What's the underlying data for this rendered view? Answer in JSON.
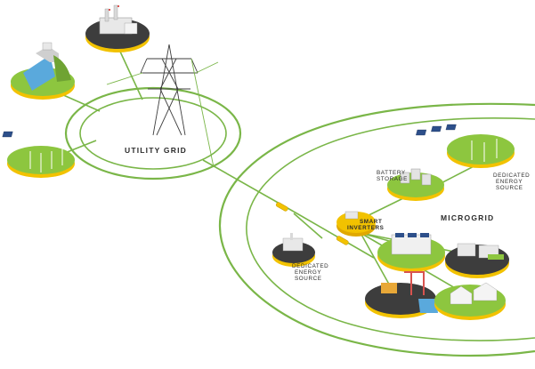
{
  "labels": {
    "utility_grid": "UTILITY GRID",
    "microgrid": "MICROGRID",
    "battery_storage": [
      "BATTERY",
      "STORAGE"
    ],
    "smart_inverters": [
      "SMART",
      "INVERTERS"
    ],
    "dedicated_energy_source_right": [
      "DEDICATED",
      "ENERGY",
      "SOURCE"
    ],
    "dedicated_energy_source_left": [
      "DEDICATED",
      "ENERGY",
      "SOURCE"
    ]
  },
  "colors": {
    "line_green": "#7ab648",
    "grass_green": "#8dc63f",
    "dark_platform": "#3d3d3d",
    "platform_rim": "#f2c200",
    "water": "#5aa9dc",
    "solar_blue": "#2d4f8a"
  }
}
